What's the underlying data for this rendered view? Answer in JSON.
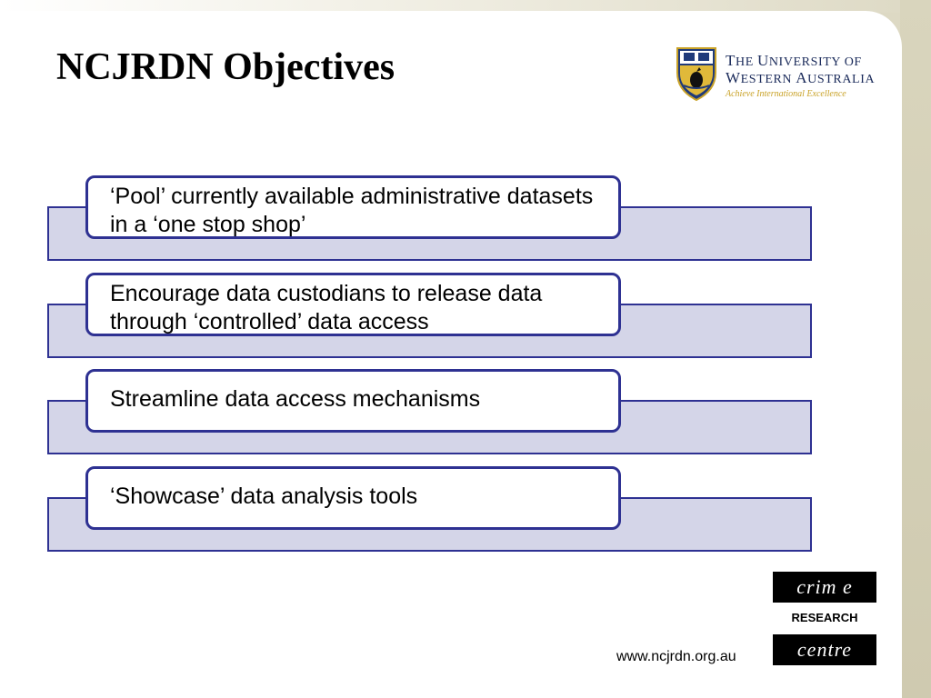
{
  "slide": {
    "title": "NCJRDN Objectives"
  },
  "uwa_logo": {
    "line1_cap1": "T",
    "line1_rest1": "HE ",
    "line1_cap2": "U",
    "line1_rest2": "NIVERSITY OF",
    "line2_cap1": "W",
    "line2_rest1": "ESTERN ",
    "line2_cap2": "A",
    "line2_rest2": "USTRALIA",
    "motto": "Achieve International Excellence"
  },
  "objectives": [
    {
      "text": "‘Pool’ currently available administrative datasets in a ‘one stop shop’"
    },
    {
      "text": "Encourage data custodians to release data through ‘controlled’ data access"
    },
    {
      "text": "Streamline data access mechanisms"
    },
    {
      "text": "‘Showcase’ data analysis tools"
    }
  ],
  "crc_logo": {
    "top": "crim e",
    "middle": "RESEARCH",
    "bottom": "centre"
  },
  "footer": {
    "website": "www.ncjrdn.org.au"
  },
  "colors": {
    "accent": "#2e3192",
    "band_fill": "#d4d5e8",
    "background": "#ddd9c4"
  }
}
